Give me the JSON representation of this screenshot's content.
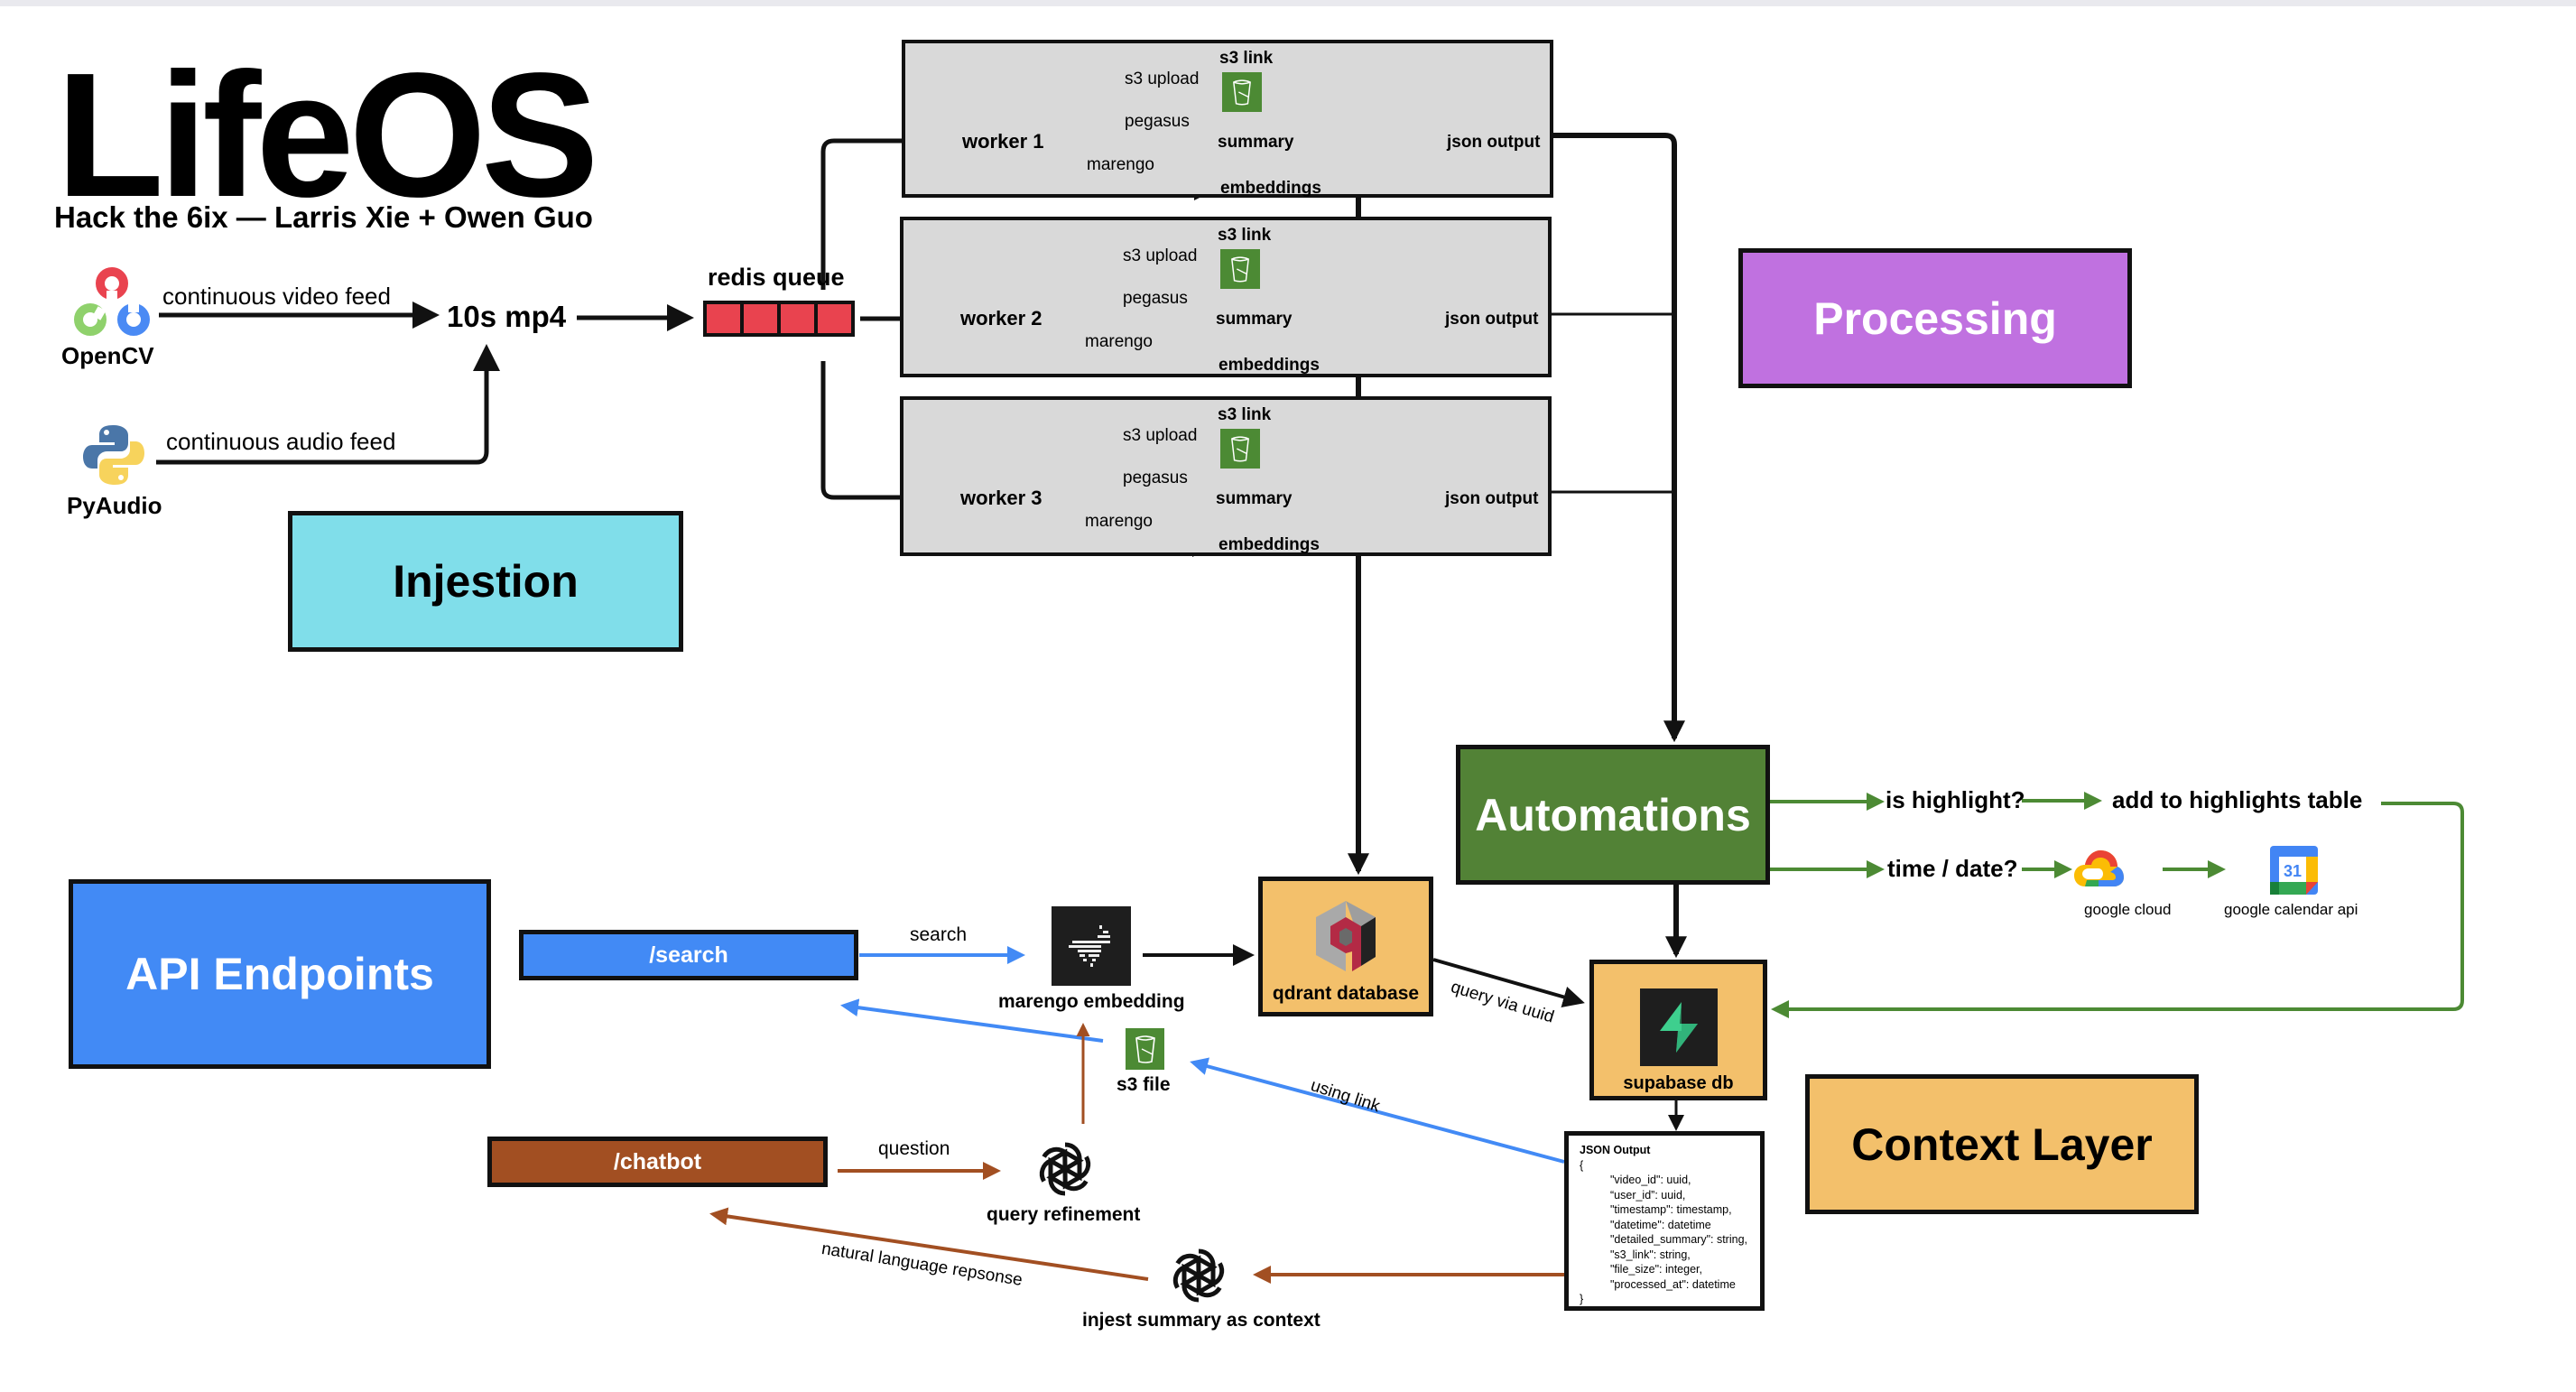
{
  "header": {
    "title": "LifeOS",
    "subtitle": "Hack the 6ix — Larris Xie + Owen Guo"
  },
  "ingestion": {
    "sources": [
      {
        "name": "OpenCV",
        "icon": "opencv-logo-icon",
        "feed_label": "continuous video feed"
      },
      {
        "name": "PyAudio",
        "icon": "python-logo-icon",
        "feed_label": "continuous audio feed"
      }
    ],
    "chunk_label": "10s mp4",
    "queue_label": "redis queue",
    "queue_slots": 4,
    "section_label": "Injestion"
  },
  "processing": {
    "section_label": "Processing",
    "workers": [
      {
        "name": "worker 1",
        "s3_upload": "s3 upload",
        "s3_link": "s3 link",
        "pegasus": "pegasus",
        "summary": "summary",
        "marengo": "marengo",
        "embeddings": "embeddings",
        "json_output": "json output"
      },
      {
        "name": "worker 2",
        "s3_upload": "s3 upload",
        "s3_link": "s3 link",
        "pegasus": "pegasus",
        "summary": "summary",
        "marengo": "marengo",
        "embeddings": "embeddings",
        "json_output": "json output"
      },
      {
        "name": "worker 3",
        "s3_upload": "s3 upload",
        "s3_link": "s3 link",
        "pegasus": "pegasus",
        "summary": "summary",
        "marengo": "marengo",
        "embeddings": "embeddings",
        "json_output": "json output"
      }
    ]
  },
  "automations": {
    "section_label": "Automations",
    "branch_highlight": "is highlight?",
    "highlight_action": "add to highlights table",
    "branch_time": "time / date?",
    "google_cloud": "google cloud",
    "google_calendar": "google calendar api"
  },
  "context": {
    "section_label": "Context Layer",
    "qdrant": "qdrant database",
    "query_via": "query via uuid",
    "supabase": "supabase db",
    "json_output": {
      "title": "JSON Output",
      "open": "{",
      "fields": [
        "\"video_id\": uuid,",
        "“user_id”: uuid,",
        "\"timestamp\": timestamp,",
        "\"datetime\": datetime",
        "\"detailed_summary\": string,",
        "\"s3_link\": string,",
        "\"file_size\": integer,",
        "\"processed_at\": datetime"
      ],
      "close": "}"
    }
  },
  "api": {
    "section_label": "API Endpoints",
    "search_endpoint": "/search",
    "chatbot_endpoint": "/chatbot",
    "search_edge": "search",
    "marengo_embedding": "marengo embedding",
    "s3_file": "s3 file",
    "using_link": "using link",
    "question_edge": "question",
    "query_refinement": "query refinement",
    "injest_summary": "injest summary as context",
    "nl_response": "natural language repsonse"
  },
  "colors": {
    "injestion": "#80deea",
    "processing": "#c071e0",
    "automations": "#528236",
    "context": "#f3c06b",
    "api": "#428af5",
    "chatbot": "#a24f22",
    "worker_bg": "#d9d9d9",
    "redis": "#e9434f",
    "s3": "#4c8a34",
    "green_edge": "#4c8a34",
    "blue_edge": "#428af5",
    "brown_edge": "#a24f22"
  }
}
